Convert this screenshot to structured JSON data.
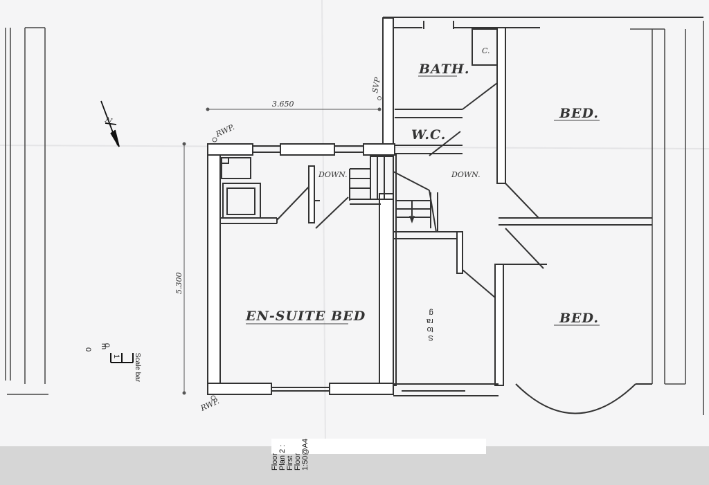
{
  "plan": {
    "rooms": {
      "bath": "BATH.",
      "bed_top": "BED.",
      "bed_bottom": "BED.",
      "wc": "W.C.",
      "ensuite": "EN-SUITE BED",
      "storage": "S\nto\nra\ng"
    },
    "labels": {
      "cupboard": "C.",
      "down_left": "DOWN.",
      "down_right": "DOWN.",
      "dim_width": "3.650",
      "dim_height": "5.300",
      "rwp_top": "RWP.",
      "rwp_bottom": "RWP.",
      "soil_vent": "SVP",
      "north": "N"
    },
    "scale_bar": {
      "zero_a": "0",
      "zero_b": "0",
      "one": "1",
      "unit": "m",
      "caption": "Scale bar"
    },
    "title": "Floor Plan 2 : First Floor 1:50@A4"
  }
}
